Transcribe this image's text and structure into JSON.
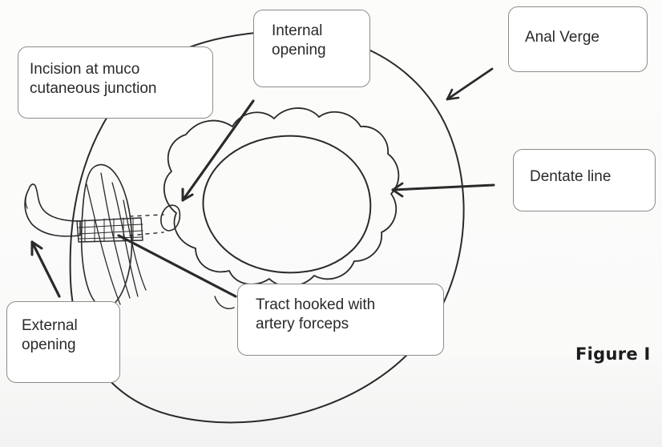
{
  "labels": {
    "incision": [
      "Incision at muco",
      "cutaneous junction"
    ],
    "internal_opening": [
      "Internal",
      "opening"
    ],
    "anal_verge": [
      "Anal Verge"
    ],
    "dentate_line": [
      "Dentate line"
    ],
    "tract": [
      "Tract hooked with",
      "artery forceps"
    ],
    "external_opening": [
      "External",
      "opening"
    ]
  },
  "caption": "Figure I",
  "colors": {
    "ink": "#222222",
    "box_border": "#8c8c8c",
    "background": "#fbfbfa"
  }
}
